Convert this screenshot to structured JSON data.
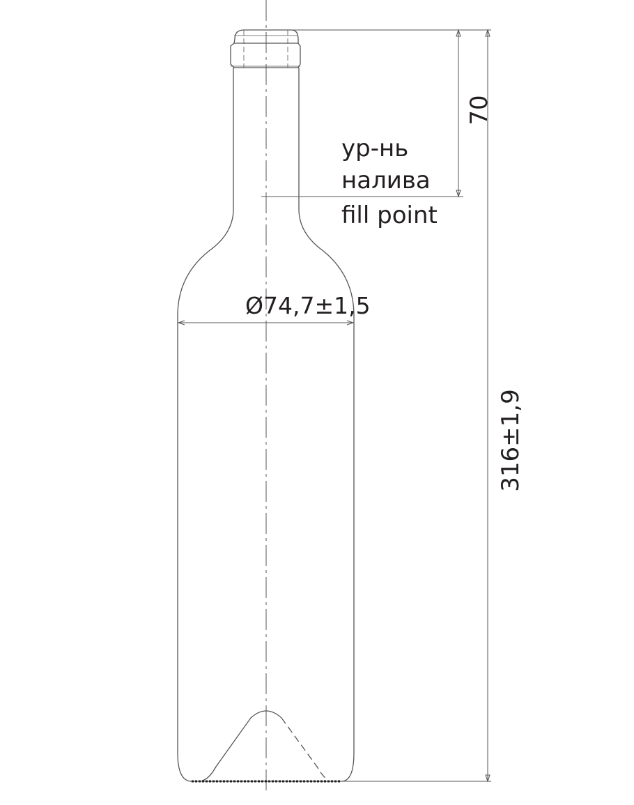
{
  "drawing": {
    "labels": {
      "fill_level_ru_line1": "ур-нь",
      "fill_level_ru_line2": "налива",
      "fill_point": "fill point"
    },
    "dimensions": {
      "fill_height": "70",
      "diameter": "Ø74,7±1,5",
      "total_height": "316±1,9"
    },
    "colors": {
      "line": "#555555",
      "text": "#231f20"
    }
  }
}
